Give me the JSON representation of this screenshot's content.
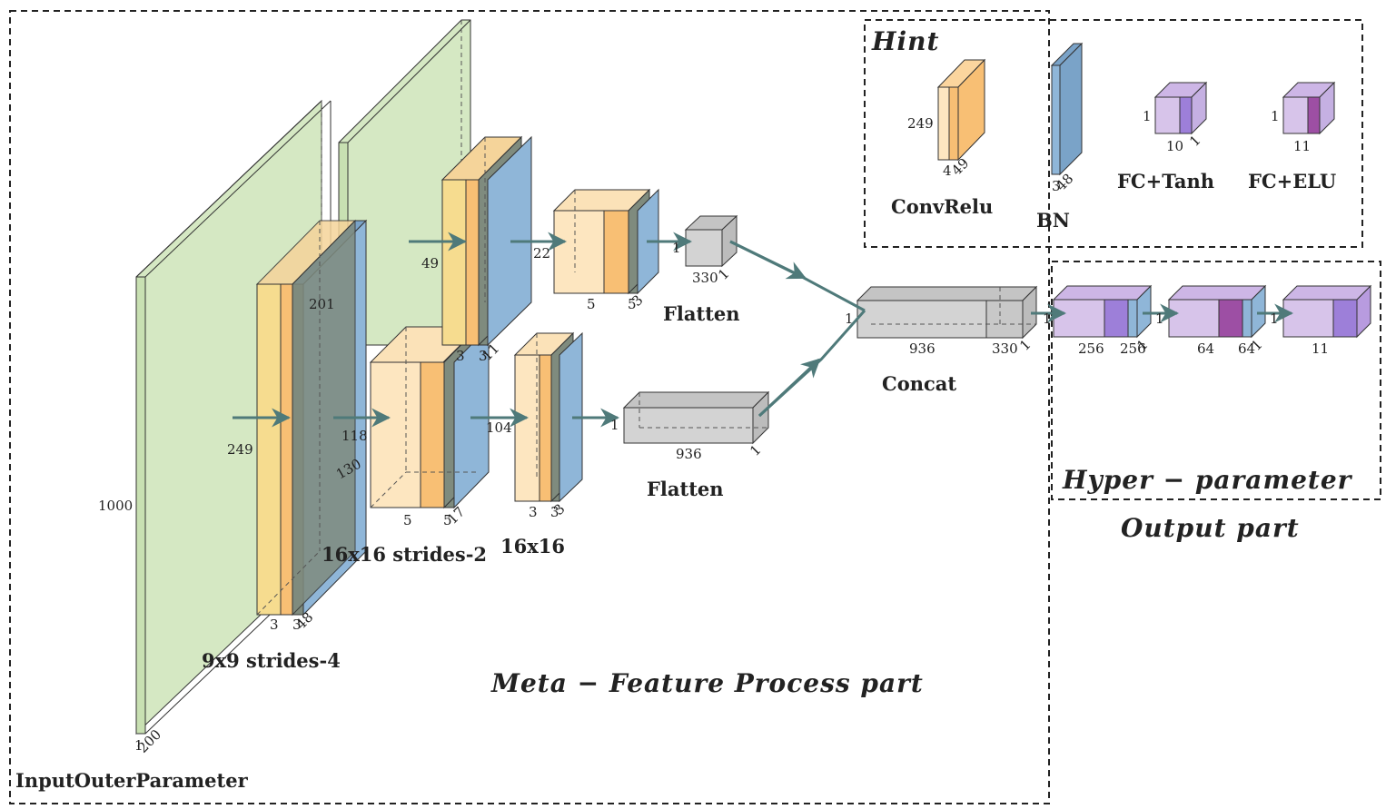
{
  "sections": {
    "meta_title": "Meta − Feature Process part",
    "hint_title": "Hint",
    "hyper_title": "Hyper − parameter",
    "output_title": "Output part"
  },
  "labels": {
    "input": "InputOuterParameter",
    "conv1": "9x9 strides-4",
    "conv2": "16x16 strides-2",
    "conv3": "16x16",
    "flatten_top": "Flatten",
    "flatten_bottom": "Flatten",
    "concat": "Concat"
  },
  "legend": {
    "convrelu": "ConvRelu",
    "bn": "BN",
    "fc_tanh": "FC+Tanh",
    "fc_elu": "FC+ELU"
  },
  "dims": {
    "input_h": "1000",
    "input_w": "1",
    "input_d": "200",
    "conv1_a": "3",
    "conv1_b": "3",
    "conv1_c": "48",
    "conv1_h": "249",
    "top_plane_h": "201",
    "c2b_a": "5",
    "c2b_b": "5",
    "c2b_c": "17",
    "c2b_h": "118",
    "c2b_h2": "130",
    "c2t_a": "3",
    "c2t_b": "3",
    "c2t_c": "11",
    "c2t_h": "49",
    "c3b_a": "3",
    "c3b_b": "3",
    "c3b_c": "3",
    "c3b_h": "104",
    "c3t_a": "5",
    "c3t_b": "5",
    "c3t_c": "3",
    "c3t_h": "22",
    "ft_h": "1",
    "ft_w": "330",
    "ft_d": "1",
    "fb_h": "1",
    "fb_w": "936",
    "fb_d": "1",
    "cc_h": "1",
    "cc_w1": "936",
    "cc_w2": "330",
    "cc_d": "1",
    "o1_h": "1",
    "o1_w1": "256",
    "o1_w2": "256",
    "o1_d": "1",
    "o2_h": "1",
    "o2_w1": "64",
    "o2_w2": "64",
    "o2_d": "1",
    "o3_h": "1",
    "o3_w": "11",
    "lg_conv_h": "249",
    "lg_conv_a": "4",
    "lg_conv_b": "49",
    "lg_bn_a": "3",
    "lg_bn_b": "48",
    "lg_tanh_h": "1",
    "lg_tanh_w": "10",
    "lg_tanh_d": "1",
    "lg_elu_h": "1",
    "lg_elu_w": "11"
  },
  "colors": {
    "input_green": "#d5e8c3",
    "conv_light": "#fde6c0",
    "conv_orange": "#f8bf74",
    "bn_blue": "#8fb6d8",
    "gray": "#d3d3d3",
    "fc_light": "#d7c4ea",
    "fc_tanh": "#9d7fd9",
    "fc_elu": "#9d4fa4",
    "arrow": "#4f7a7a"
  }
}
